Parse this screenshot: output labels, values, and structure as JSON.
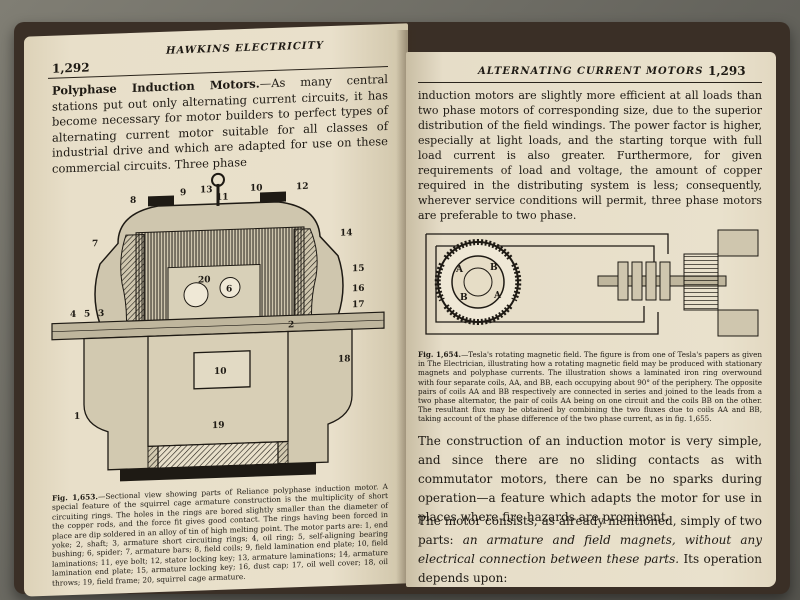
{
  "left_page": {
    "page_number": "1,292",
    "running_head": "HAWKINS ELECTRICITY",
    "section_heading": "Polyphase Induction Motors.",
    "intro_text": "—As many central stations put out only alternating current circuits, it has become necessary for motor builders to perfect types of alternating current motor suitable for all classes of industrial drive and which are adapted for use on these commercial circuits. Three phase",
    "figure_labels": [
      "1",
      "2",
      "3",
      "4",
      "5",
      "6",
      "7",
      "8",
      "9",
      "10",
      "11",
      "12",
      "13",
      "14",
      "15",
      "16",
      "17",
      "18",
      "19",
      "20"
    ],
    "figure_caption_label": "Fig. 1,653.",
    "figure_caption": "—Sectional view showing parts of Reliance polyphase induction motor. A special feature of the squirrel cage armature construction is the multiplicity of short circuiting rings. The holes in the rings are bored slightly smaller than the diameter of the copper rods, and the force fit gives good contact. The rings having been forced in place are dip soldered in an alloy of tin of high melting point. The motor parts are: 1, end yoke; 2, shaft; 3, armature short circuiting rings; 4, oil ring; 5, self-aligning bearing bushing; 6, spider; 7, armature bars; 8, field coils; 9, field lamination end plate; 10, field laminations; 11, eye bolt; 12, stator locking key; 13, armature laminations; 14, armature lamination end plate; 15, armature locking key; 16, dust cap; 17, oil well cover; 18, oil throws; 19, field frame; 20, squirrel cage armature."
  },
  "right_page": {
    "page_number": "1,293",
    "running_head": "ALTERNATING CURRENT MOTORS",
    "top_text": "induction motors are slightly more efficient at all loads than two phase motors of corresponding size, due to the superior distribution of the field windings. The power factor is higher, especially at light loads, and the starting torque with full load current is also greater. Furthermore, for given requirements of load and voltage, the amount of copper required in the distributing system is less; consequently, wherever service conditions will permit, three phase motors are preferable to two phase.",
    "figure_coil_labels": [
      "A",
      "A",
      "B",
      "B"
    ],
    "figure_caption_label": "Fig. 1,654.",
    "figure_caption": "—Tesla's rotating magnetic field. The figure is from one of Tesla's papers as given in The Electrician, illustrating how a rotating magnetic field may be produced with stationary magnets and polyphase currents. The illustration shows a laminated iron ring overwound with four separate coils, AA, and BB, each occupying about 90° of the periphery. The opposite pairs of coils AA and BB respectively are connected in series and joined to the leads from a two phase alternator, the pair of coils AA being on one circuit and the coils BB on the other. The resultant flux may be obtained by combining the two fluxes due to coils AA and BB, taking account of the phase difference of the two phase current, as in fig. 1,655.",
    "paragraph_1": "The construction of an induction motor is very simple, and since there are no sliding contacts as with commutator motors, there can be no sparks during operation—a feature which adapts the motor for use in places where fire hazards are prominent.",
    "paragraph_2_start": "The motor consists, as already mentioned, simply of two parts:",
    "paragraph_2_italic": "an armature and field magnets, without any electrical connection between these parts.",
    "paragraph_2_end": "Its operation depends upon:"
  },
  "colors": {
    "paper": "#e6ddc6",
    "ink": "#1e1a14",
    "cover": "#3a2f26",
    "table": "#6b6a62"
  }
}
